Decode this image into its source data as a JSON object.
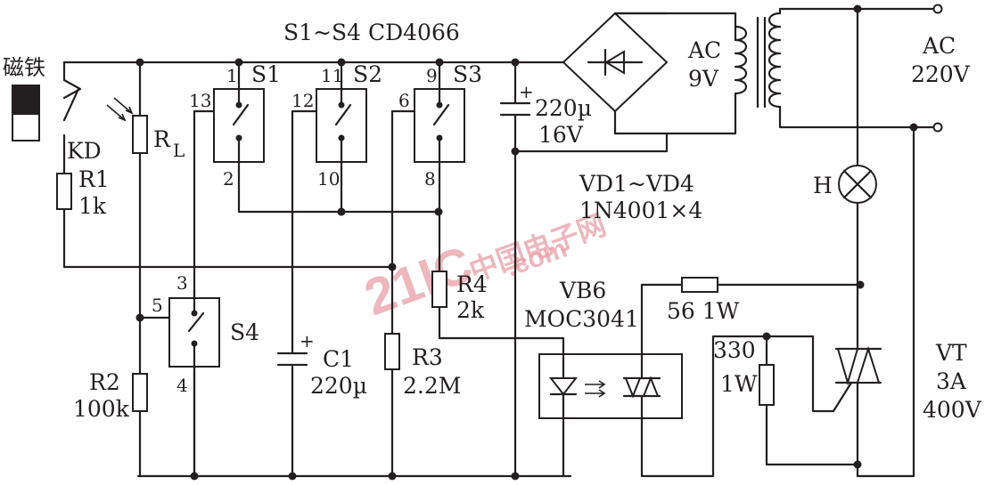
{
  "labels": {
    "switch_group": "S1~S4  CD4066",
    "magnet": "磁铁",
    "reed": "KD",
    "r1_name": "R1",
    "r1_value": "1k",
    "rl_name": "R",
    "rl_sub": "L",
    "r2_name": "R2",
    "r2_value": "100k",
    "c1_name": "C1",
    "c1_value": "220µ",
    "r3_name": "R3",
    "r3_value": "2.2M",
    "r4_name": "R4",
    "r4_value": "2k",
    "cap_value": "220µ",
    "cap_voltage": "16V",
    "ac_in_name": "AC",
    "ac_in_value": "9V",
    "ac_main_name": "AC",
    "ac_main_value": "220V",
    "diodes_name": "VD1~VD4",
    "diodes_value": "1N4001×4",
    "lamp": "H",
    "opto_name": "VB6",
    "opto_part": "MOC3041",
    "res56": "56  1W",
    "res330_name": "330",
    "res330_value": "1W",
    "triac_name": "VT",
    "triac_current": "3A",
    "triac_voltage": "400V",
    "s1": "S1",
    "s2": "S2",
    "s3": "S3",
    "s4": "S4",
    "pin_1": "1",
    "pin_2": "2",
    "pin_13": "13",
    "pin_11": "11",
    "pin_10": "10",
    "pin_12": "12",
    "pin_9": "9",
    "pin_8": "8",
    "pin_6": "6",
    "pin_3": "3",
    "pin_4": "4",
    "pin_5": "5",
    "cap_plus": "+",
    "c1_plus": "+",
    "watermark_logo": "21IC",
    "watermark_text": "中国电子网",
    "watermark_domain": ".com"
  }
}
